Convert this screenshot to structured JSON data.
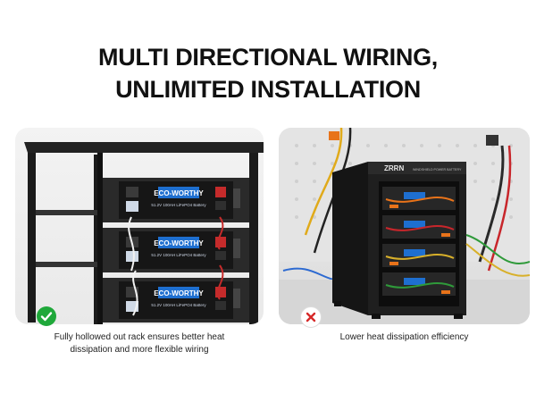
{
  "headline": {
    "line1": "MULTI DIRECTIONAL WIRING,",
    "line2": "UNLIMITED INSTALLATION"
  },
  "left_panel": {
    "brand": "ECO-WORTHY",
    "spec": "51.2V 100AH LiFePO4 Battery",
    "caption_line1": "Fully hollowed out rack ensures better heat",
    "caption_line2": "dissipation and more flexible wiring",
    "badge_icon": "check-icon",
    "badge_color": "#1fa83a"
  },
  "right_panel": {
    "cabinet_logo": "ZRRN",
    "cabinet_subtitle": "WINDSHIELD POWER BATTERY",
    "caption": "Lower heat dissipation efficiency",
    "badge_icon": "cross-icon",
    "badge_color": "#d62828"
  }
}
